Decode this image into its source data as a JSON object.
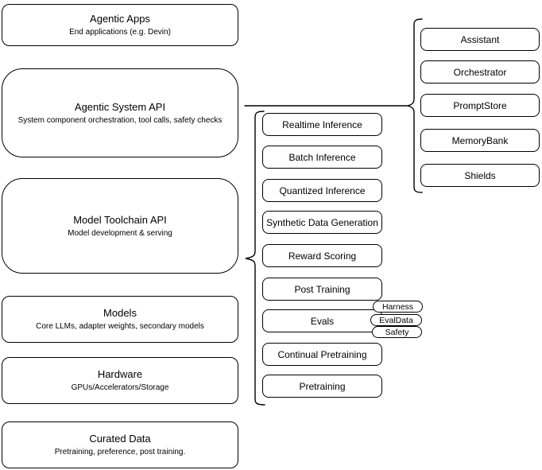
{
  "diagram": {
    "background_color": "#ffffff",
    "stroke_color": "#000000",
    "stack": [
      {
        "title": "Agentic Apps",
        "subtitle": "End applications (e.g. Devin)"
      },
      {
        "title": "Agentic System API",
        "subtitle": "System component orchestration, tool calls, safety checks"
      },
      {
        "title": "Model Toolchain API",
        "subtitle": "Model development & serving"
      },
      {
        "title": "Models",
        "subtitle": "Core LLMs, adapter weights, secondary models"
      },
      {
        "title": "Hardware",
        "subtitle": "GPUs/Accelerators/Storage"
      },
      {
        "title": "Curated Data",
        "subtitle": "Pretraining, preference, post training."
      }
    ],
    "toolchain_services": [
      {
        "label": "Realtime Inference"
      },
      {
        "label": "Batch Inference"
      },
      {
        "label": "Quantized Inference"
      },
      {
        "label": "Synthetic Data Generation"
      },
      {
        "label": "Reward Scoring"
      },
      {
        "label": "Post Training"
      },
      {
        "label": "Evals"
      },
      {
        "label": "Continual Pretraining"
      },
      {
        "label": "Pretraining"
      }
    ],
    "system_components": [
      {
        "label": "Assistant"
      },
      {
        "label": "Orchestrator"
      },
      {
        "label": "PromptStore"
      },
      {
        "label": "MemoryBank"
      },
      {
        "label": "Shields"
      }
    ],
    "evals_tags": [
      {
        "label": "Harness"
      },
      {
        "label": "EvalData"
      },
      {
        "label": "Safety"
      }
    ]
  }
}
